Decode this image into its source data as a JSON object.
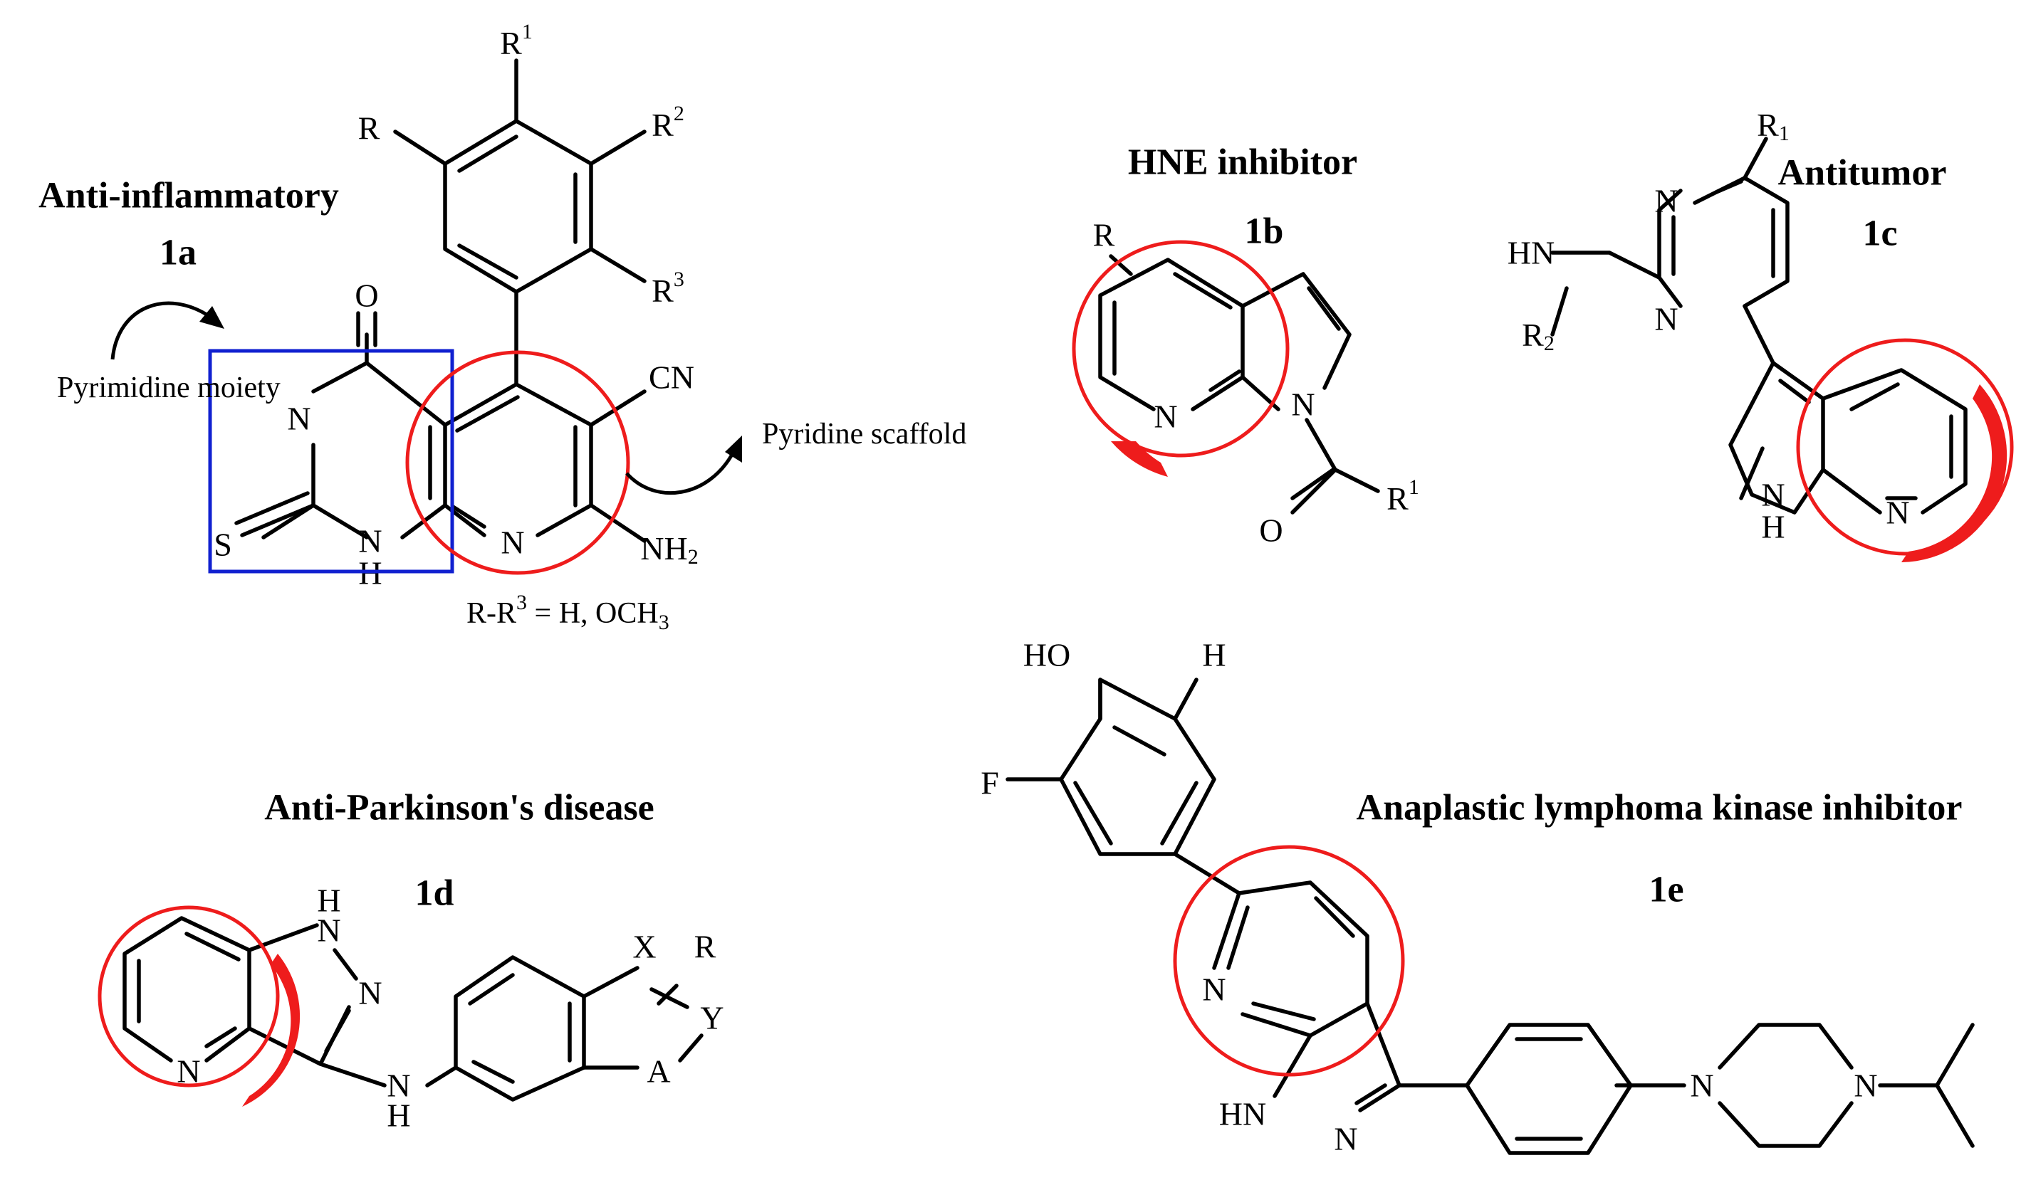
{
  "compounds": {
    "c1a": {
      "title": "Anti-inflammatory",
      "id": "1a",
      "note_prefix": "R-R",
      "note_sup": "3",
      "note_suffix": " = H, OCH",
      "note_sub": "3",
      "annotations": {
        "pyrimidine": "Pyrimidine moiety",
        "pyridine": "Pyridine scaffold"
      },
      "atoms": {
        "o": "O",
        "n_top": "N",
        "s": "S",
        "nh_n": "N",
        "nh_h": "H",
        "n_ring": "N",
        "cn": "CN",
        "nh2": "NH",
        "nh2_sub": "2",
        "r": "R",
        "r1": "R",
        "r1_sup": "1",
        "r2": "R",
        "r2_sup": "2",
        "r3": "R",
        "r3_sup": "3"
      }
    },
    "c1b": {
      "title": "HNE inhibitor",
      "id": "1b",
      "atoms": {
        "r": "R",
        "n_py": "N",
        "n_pyr": "N",
        "o": "O",
        "r1": "R",
        "r1_sup": "1"
      }
    },
    "c1c": {
      "title": "Antitumor",
      "id": "1c",
      "atoms": {
        "r1": "R",
        "r1_sub": "1",
        "n_a": "N",
        "n_b": "N",
        "hn": "HN",
        "r2": "R",
        "r2_sub": "2",
        "nh_n": "N",
        "nh_h": "H",
        "n_py": "N"
      }
    },
    "c1d": {
      "title": "Anti-Parkinson's disease",
      "id": "1d",
      "atoms": {
        "h_top": "H",
        "n_top": "N",
        "n_mid": "N",
        "n_py": "N",
        "nh_n": "N",
        "nh_h": "H",
        "x": "X",
        "r": "R",
        "y": "Y",
        "a": "A"
      }
    },
    "c1e": {
      "title": "Anaplastic lymphoma kinase inhibitor",
      "id": "1e",
      "atoms": {
        "ho": "HO",
        "h": "H",
        "f": "F",
        "n_py": "N",
        "hn": "HN",
        "n_pz": "N",
        "n_pip1": "N",
        "n_pip2": "N"
      }
    }
  },
  "colors": {
    "highlight_ring": "#ee1c1c",
    "pyrimidine_box": "#1020d0",
    "bonds": "#000000"
  }
}
